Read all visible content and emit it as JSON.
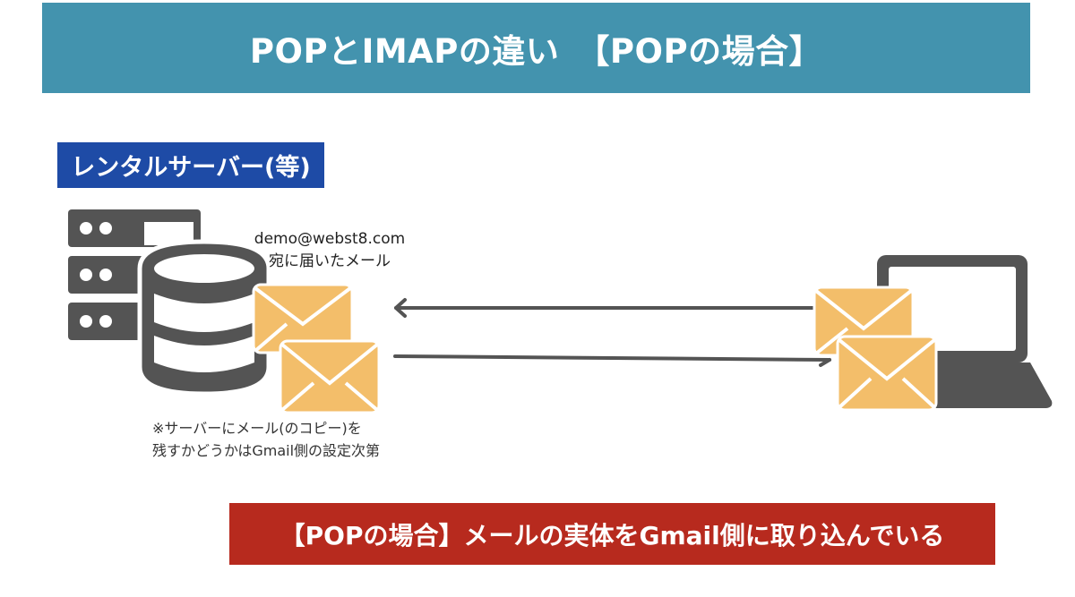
{
  "header": {
    "title": "POPとIMAPの違い　【POPの場合】"
  },
  "server": {
    "label": "レンタルサーバー(等)"
  },
  "mail_info": {
    "address": "demo@webst8.com",
    "caption": "宛に届いたメール"
  },
  "note": {
    "line1": "※サーバーにメール(のコピー)を",
    "line2": "残すかどうかはGmail側の設定次第"
  },
  "footer": {
    "summary": "【POPの場合】メールの実体をGmail側に取り込んでいる"
  },
  "colors": {
    "header_bg": "#4393ae",
    "server_label_bg": "#1e4ba6",
    "footer_bg": "#b72a1e",
    "icon_gray": "#545454",
    "envelope": "#f3be6a"
  }
}
